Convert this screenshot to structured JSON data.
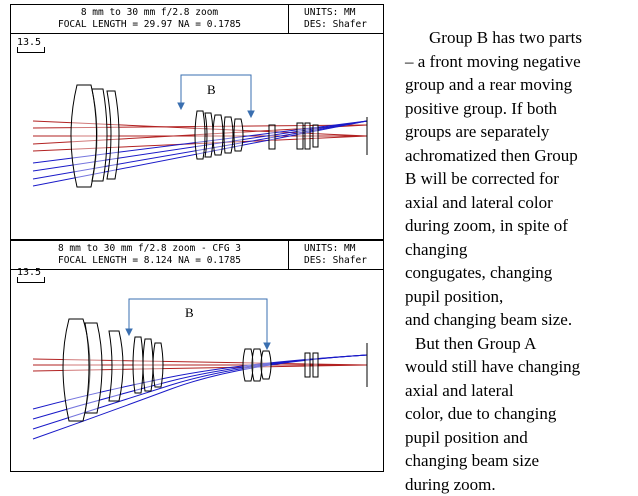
{
  "panel_a": {
    "title_line1": "8 mm to 30 mm f/2.8 zoom",
    "title_line2": "FOCAL LENGTH = 29.97  NA = 0.1785",
    "units": "UNITS: MM",
    "designer": "DES: Shafer",
    "scale_label": "13.5",
    "group_label": "B"
  },
  "panel_b": {
    "title_line1": "8 mm to 30 mm f/2.8 zoom - CFG 3",
    "title_line2": "FOCAL LENGTH = 8.124  NA = 0.1785",
    "units": "UNITS: MM",
    "designer": "DES: Shafer",
    "scale_label": "13.5",
    "group_label": "B"
  },
  "description": {
    "lines": [
      "Group B has two parts",
      "– a front moving negative",
      "group and a rear moving",
      "positive group.  If both",
      "groups are separately",
      "achromatized then Group",
      "B will be corrected for",
      "axial and lateral color",
      "during zoom, in spite of",
      "changing",
      "congugates, changing",
      "pupil position,",
      "and changing beam size.",
      "But then Group A",
      "would still have changing",
      "axial and lateral",
      "color, due to changing",
      "pupil position and",
      "changing beam size",
      "during zoom."
    ]
  },
  "colors": {
    "ray_red": "#b22222",
    "ray_blue": "#1a1ac8",
    "arrow": "#3a6fb0"
  }
}
